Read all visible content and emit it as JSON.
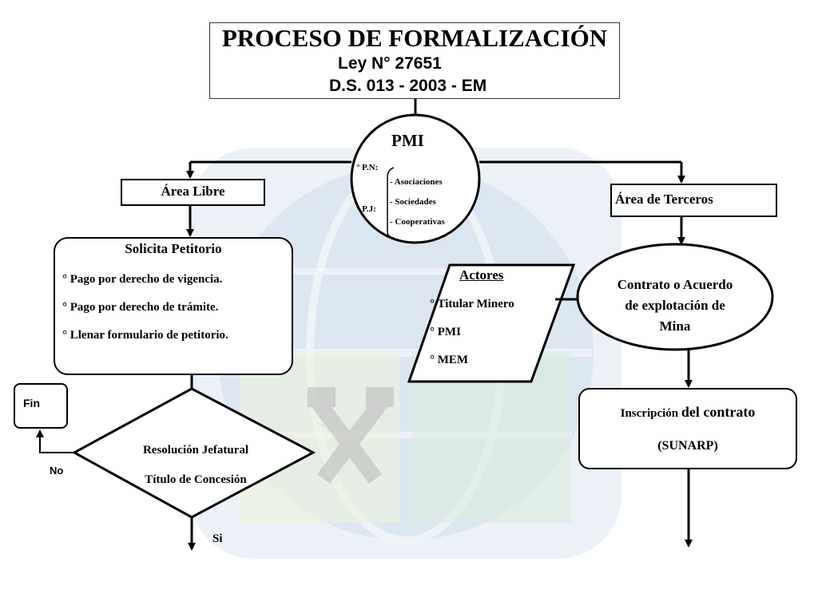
{
  "header": {
    "title": "PROCESO DE FORMALIZACIÓN",
    "law": "Ley N° 27651",
    "decree": "D.S. 013 - 2003 - EM"
  },
  "pmi": {
    "title": "PMI",
    "pn": "° P.N:",
    "pj": "° P.J:",
    "entities": [
      "- Asociaciones",
      "- Sociedades",
      "- Cooperativas"
    ]
  },
  "area_libre": {
    "label": "Área Libre"
  },
  "area_terceros": {
    "label": "Área de Terceros"
  },
  "solicita": {
    "title": "Solicita Petitorio",
    "items": [
      "° Pago por derecho de vigencia.",
      "° Pago por derecho de trámite.",
      "° Llenar formulario de petitorio."
    ]
  },
  "actores": {
    "title": "Actores",
    "items": [
      "° Titular Minero",
      "° PMI",
      "° MEM"
    ]
  },
  "contrato": {
    "line1": "Contrato o Acuerdo",
    "line2": "de explotación de",
    "line3": "Mina"
  },
  "inscripcion": {
    "prefix": "Inscripción",
    "rest": "del contrato",
    "registry": "(SUNARP)"
  },
  "decision": {
    "line1": "Resolución Jefatural",
    "line2": "Título de Concesión",
    "no_label": "No",
    "yes_label": "Si"
  },
  "fin": {
    "label": "Fin"
  }
}
